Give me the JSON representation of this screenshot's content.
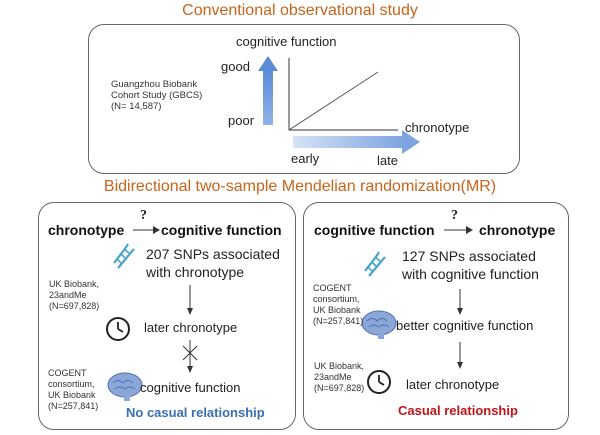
{
  "top": {
    "title": "Conventional observational study",
    "cohort": "Guangzhou Biobank Cohort Study (GBCS) (N= 14,587)",
    "y_axis_label": "cognitive function",
    "y_good": "good",
    "y_poor": "poor",
    "x_axis_label": "chronotype",
    "x_early": "early",
    "x_late": "late"
  },
  "mr_title": "Bidirectional two-sample Mendelian randomization(MR)",
  "left_panel": {
    "exposure": "chronotype",
    "outcome": "cognitive function",
    "question_mark": "?",
    "snps_text": "207 SNPs associated with chronotype",
    "source1": "UK Biobank, 23andMe (N=697,828)",
    "step2": "later chronotype",
    "source2": "COGENT consortium, UK Biobank (N=257,841)",
    "step3": "cognitive function",
    "result": "No casual relationship",
    "result_color": "#3a6fb5"
  },
  "right_panel": {
    "exposure": "cognitive function",
    "outcome": "chronotype",
    "question_mark": "?",
    "snps_text": "127 SNPs associated with cognitive function",
    "source1": "COGENT consortium, UK Biobank (N=257,841)",
    "step2": "better cognitive function",
    "source2": "UK Biobank, 23andMe (N=697,828)",
    "step3": "later chronotype",
    "result": "Casual relationship",
    "result_color": "#c0141a"
  }
}
